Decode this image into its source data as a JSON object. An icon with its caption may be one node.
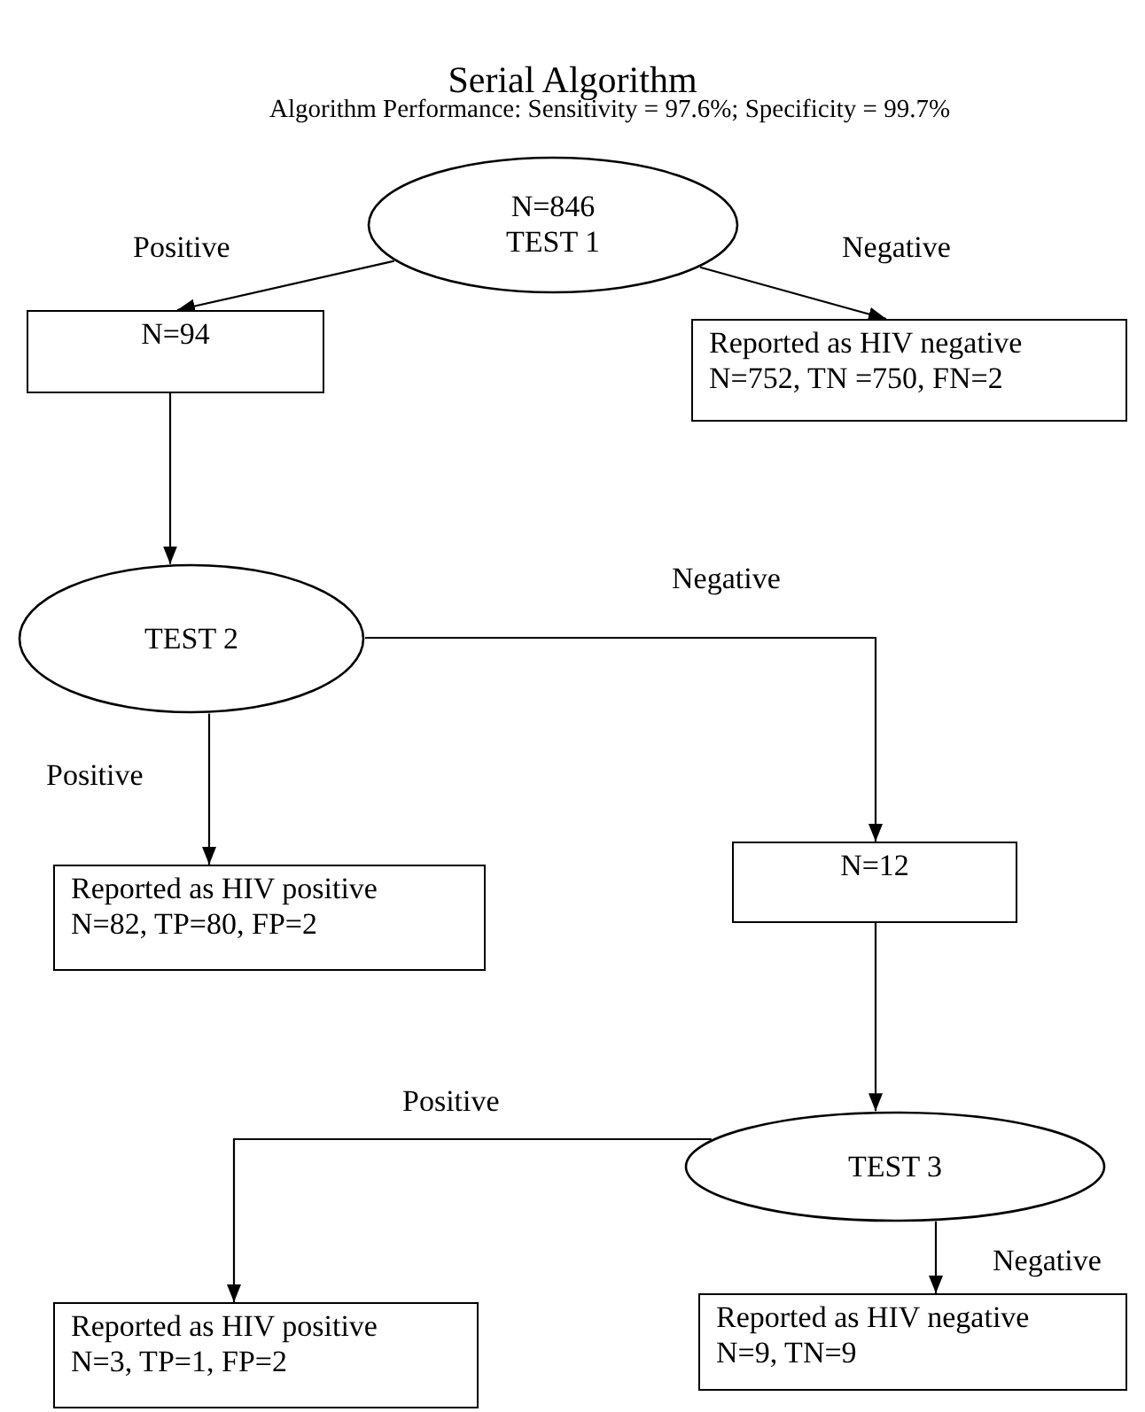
{
  "diagram": {
    "title": "Serial Algorithm",
    "nodes": [
      {
        "text": [
          "N=846",
          "TEST 1"
        ]
      },
      {
        "text": [
          "N=94"
        ]
      },
      {
        "text": [
          "Reported as HIV negative",
          "N=752, TN =750, FN=2"
        ]
      },
      {
        "text": [
          "TEST 2"
        ]
      },
      {
        "text": [
          "Reported as HIV positive",
          "N=82, TP=80, FP=2"
        ]
      },
      {
        "text": [
          "N=12"
        ]
      },
      {
        "text": [
          "TEST 3"
        ]
      },
      {
        "text": [
          "Reported as HIV positive",
          "N=3, TP=1, FP=2"
        ]
      },
      {
        "text": [
          "Reported as HIV negative",
          "N=9, TN=9"
        ]
      }
    ],
    "edges": [
      {
        "from": 0,
        "to": 1,
        "arrow": "to",
        "label": "Positive"
      },
      {
        "from": 0,
        "to": 2,
        "arrow": "to",
        "label": "Negative"
      },
      {
        "from": 1,
        "to": 3,
        "arrow": "to"
      },
      {
        "from": 3,
        "to": 4,
        "arrow": "to",
        "label": "Positive"
      },
      {
        "from": 3,
        "to": 5,
        "arrow": "to",
        "label": "Negative"
      },
      {
        "from": 5,
        "to": 6,
        "arrow": "to"
      },
      {
        "from": 6,
        "to": 7,
        "arrow": "to",
        "label": "Positive"
      },
      {
        "from": 6,
        "to": 8,
        "arrow": "to",
        "label": "Negative"
      }
    ],
    "labels": [
      "Algorithm Performance:  Sensitivity = 97.6%; Specificity = 99.7%"
    ]
  }
}
